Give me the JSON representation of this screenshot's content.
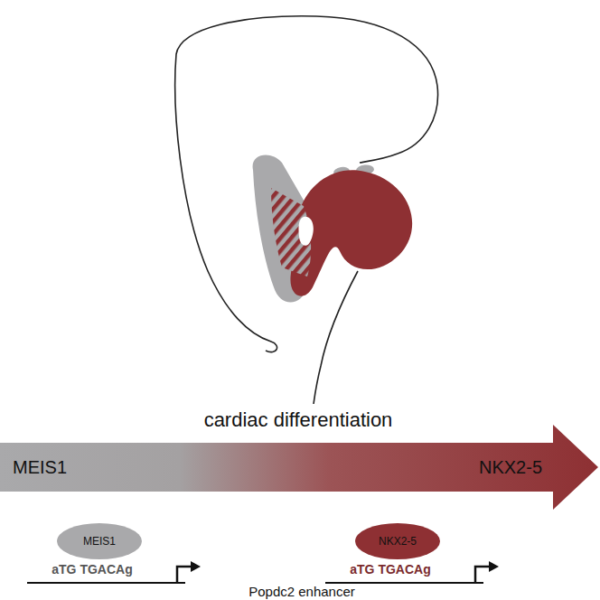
{
  "diagram": {
    "nodes": [
      {
        "text": [
          "MEIS1",
          "NKX2-5"
        ]
      },
      {
        "text": [
          "MEIS1"
        ]
      },
      {
        "text": [
          "NKX2-5"
        ]
      }
    ],
    "labels": [
      "cardiac differentiation",
      "aTG TGACAg",
      "aTG TGACAg",
      "Popdc2 enhancer"
    ]
  }
}
